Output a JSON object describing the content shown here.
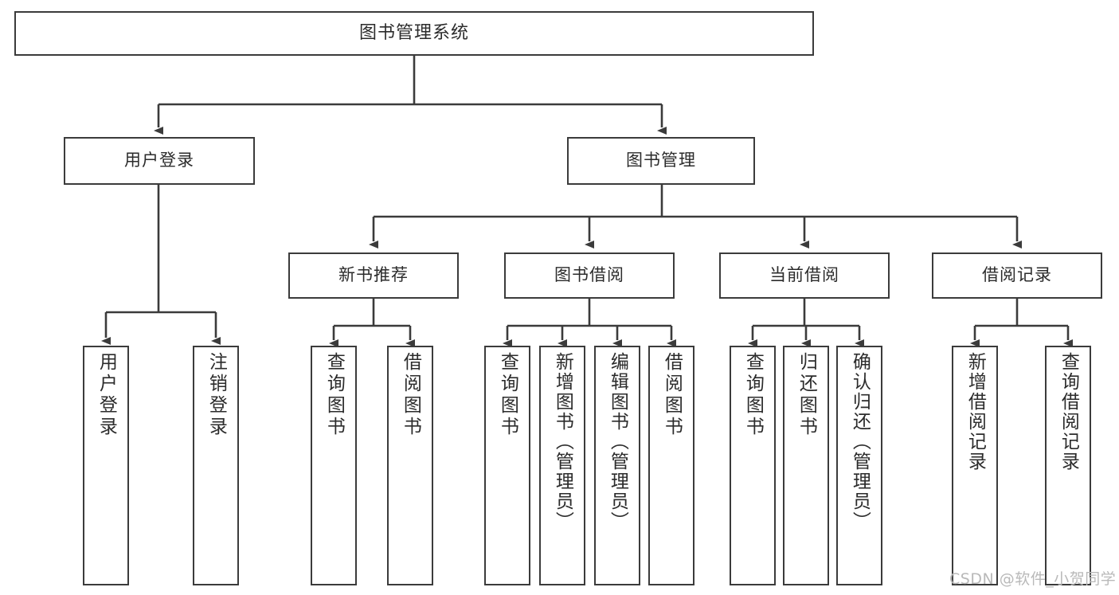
{
  "diagram": {
    "type": "tree",
    "title": "图书管理系统",
    "root": {
      "label": "图书管理系统"
    },
    "level2": [
      {
        "label": "用户登录"
      },
      {
        "label": "图书管理"
      }
    ],
    "level3": [
      {
        "label": "新书推荐"
      },
      {
        "label": "图书借阅"
      },
      {
        "label": "当前借阅"
      },
      {
        "label": "借阅记录"
      }
    ],
    "leaves": {
      "user_login": [
        {
          "label": "用户登录"
        },
        {
          "label": "注销登录"
        }
      ],
      "new_book_recommend": [
        {
          "label": "查询图书"
        },
        {
          "label": "借阅图书"
        }
      ],
      "book_borrow": [
        {
          "label": "查询图书"
        },
        {
          "label": "新增图书（管理员）"
        },
        {
          "label": "编辑图书（管理员）"
        },
        {
          "label": "借阅图书"
        }
      ],
      "current_borrow": [
        {
          "label": "查询图书"
        },
        {
          "label": "归还图书"
        },
        {
          "label": "确认归还（管理员）"
        }
      ],
      "borrow_records": [
        {
          "label": "新增借阅记录"
        },
        {
          "label": "查询借阅记录"
        }
      ]
    }
  },
  "watermark": {
    "text": "CSDN @软件_小贺同学"
  },
  "colors": {
    "stroke": "#3b3b3b",
    "background": "#ffffff",
    "text": "#2b2b2b",
    "watermark": "#b9b9b9"
  }
}
